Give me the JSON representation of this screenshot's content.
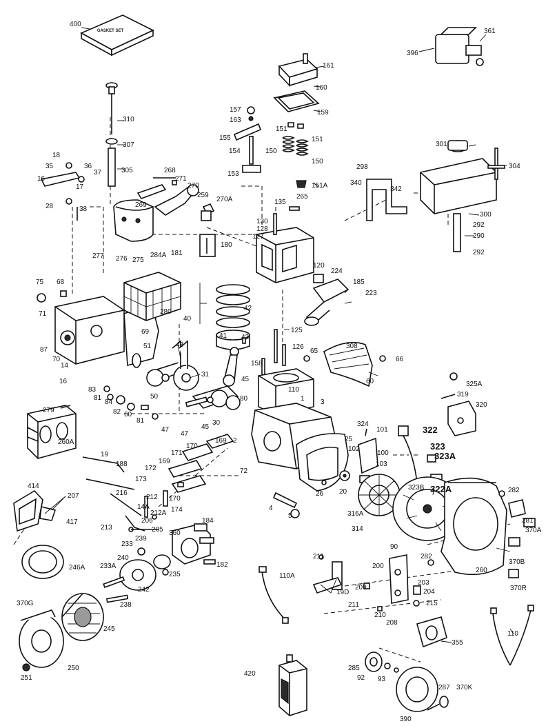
{
  "gasket_set_label": "GASKET SET",
  "callouts": {
    "c400": "400",
    "c396": "396",
    "c361": "361",
    "c161": "161",
    "c160": "160",
    "c159": "159",
    "c157": "157",
    "c163": "163",
    "c155": "155",
    "c154": "154",
    "c153": "153",
    "c151a": "151",
    "c151b": "151",
    "c150a": "150",
    "c150b": "150",
    "c151A": "151A",
    "c310": "310",
    "c307": "307",
    "c305": "305",
    "c301": "301",
    "c304": "304",
    "c298": "298",
    "c340": "340",
    "c342": "342",
    "c300": "300",
    "c292a": "292",
    "c290": "290",
    "c292b": "292",
    "c18": "18",
    "c35": "35",
    "c36": "36",
    "c37": "37",
    "c16a": "16",
    "c17": "17",
    "c28": "28",
    "c38": "38",
    "c268": "268",
    "c271": "271",
    "c270": "270",
    "c269": "269",
    "c259": "259",
    "c270A": "270A",
    "c265": "265",
    "c135": "135",
    "c130": "130",
    "c128": "128",
    "c127": "127",
    "c180": "180",
    "c181": "181",
    "c284A": "284A",
    "c277": "277",
    "c276": "276",
    "c275": "275",
    "c120": "120",
    "c224": "224",
    "c185": "185",
    "c223": "223",
    "c75": "75",
    "c68": "68",
    "c280": "280",
    "c42": "42",
    "c40": "40",
    "c71": "71",
    "c41": "41",
    "c43": "43",
    "c125": "125",
    "c69": "69",
    "c87": "87",
    "c126": "126",
    "c308": "308",
    "c65": "65",
    "c66": "66",
    "c70": "70",
    "c51": "51",
    "c48": "48",
    "c14": "14",
    "c158": "158",
    "c60a": "60",
    "c16b": "16",
    "c31": "31",
    "c45a": "45",
    "c110": "110",
    "c325A": "325A",
    "c83": "83",
    "c81a": "81",
    "c84": "84",
    "c82": "82",
    "c50": "50",
    "c80": "80",
    "c1": "1",
    "c319": "319",
    "c320": "320",
    "c279": "279",
    "c60b": "60",
    "c81b": "81",
    "c3": "3",
    "c30": "30",
    "c47a": "47",
    "c47b": "47",
    "c45b": "45",
    "c260A": "260A",
    "c324": "324",
    "c101": "101",
    "c322": "322",
    "c169a": "169",
    "c2": "2",
    "c25": "25",
    "c102": "102",
    "c100": "100",
    "c323": "323",
    "c323A": "323A",
    "c19": "19",
    "c188": "188",
    "c170a": "170",
    "c171": "171",
    "c169b": "169",
    "c72": "72",
    "c103": "103",
    "c323B": "323B",
    "c322A": "322A",
    "c172": "172",
    "c414": "414",
    "c173": "173",
    "c207": "207",
    "c216": "216",
    "c212": "212",
    "c170b": "170",
    "c174": "174",
    "c26": "26",
    "c20": "20",
    "c282a": "282",
    "c14A": "14A",
    "c212A": "212A",
    "c4": "4",
    "c5": "5",
    "c316A": "316A",
    "c281": "281",
    "c417": "417",
    "c206": "206",
    "c213": "213",
    "c205": "205",
    "c314": "314",
    "c370A": "370A",
    "c90": "90",
    "c184": "184",
    "c360": "360",
    "c211a": "211",
    "c282b": "282",
    "c233": "233",
    "c239": "239",
    "c182": "182",
    "c200": "200",
    "c370B": "370B",
    "c260": "260",
    "c110A": "110A",
    "c19D": "19D",
    "c246A": "246A",
    "c240": "240",
    "c233A": "233A",
    "c235": "235",
    "c209": "209",
    "c203": "203",
    "c204": "204",
    "c370R": "370R",
    "c242": "242",
    "c215": "215",
    "c370G": "370G",
    "c238": "238",
    "c211b": "211",
    "c210": "210",
    "c208": "208",
    "c245": "245",
    "c355": "355",
    "c110b": "110",
    "c251": "251",
    "c250": "250",
    "c420": "420",
    "c285": "285",
    "c92": "92",
    "c93": "93",
    "c287": "287",
    "c370K": "370K",
    "c390": "390"
  }
}
